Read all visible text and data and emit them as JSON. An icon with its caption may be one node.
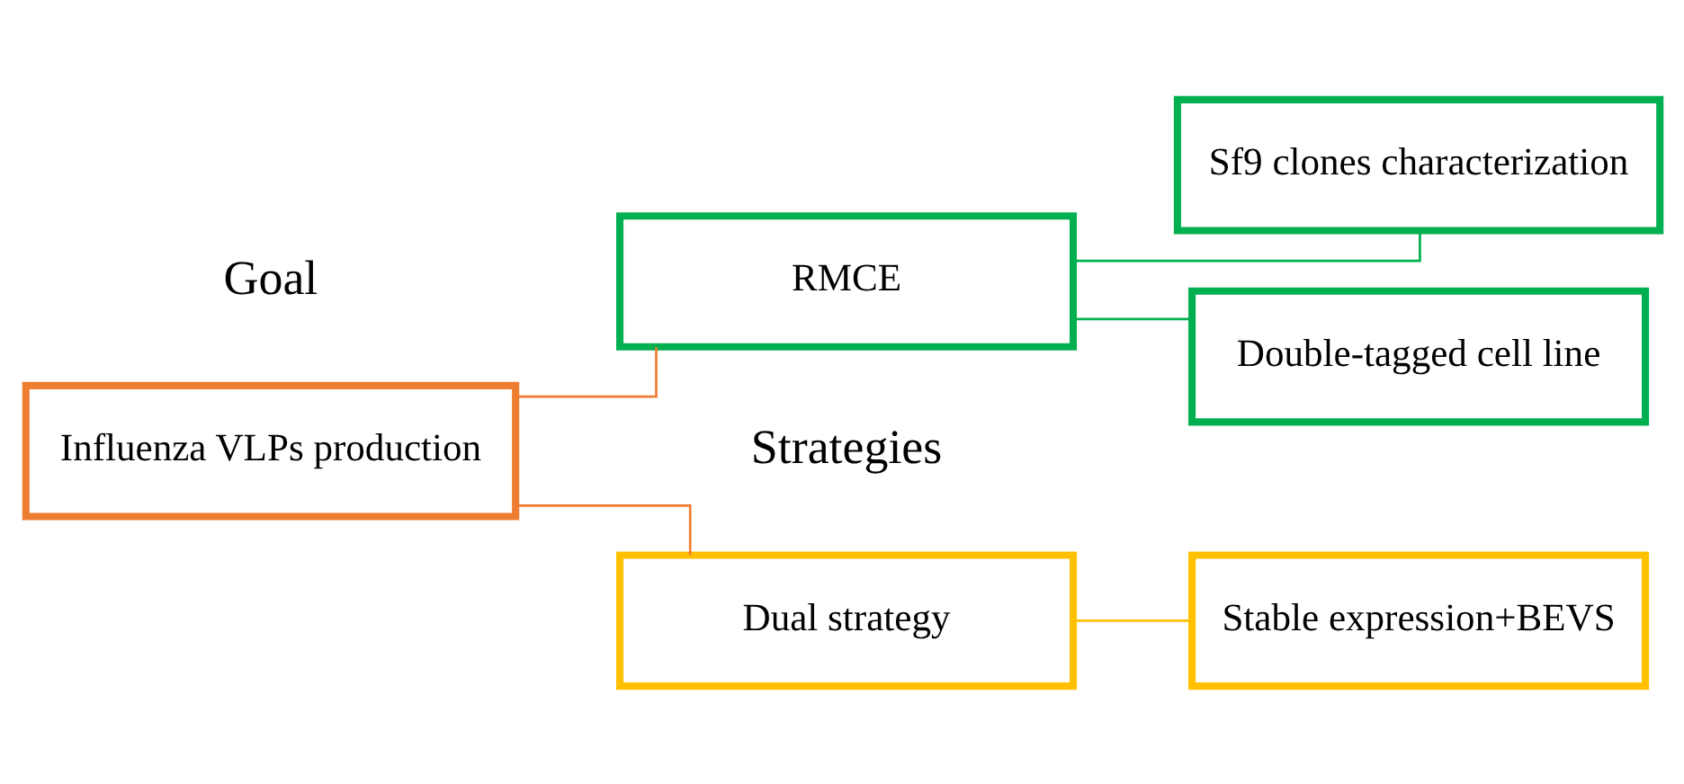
{
  "diagram": {
    "nodes": [
      {
        "text": [
          "Influenza VLPs production"
        ]
      },
      {
        "text": [
          "Dual strategy"
        ]
      },
      {
        "text": [
          "RMCE"
        ]
      },
      {
        "text": [
          "Stable expression+BEVS"
        ]
      },
      {
        "text": [
          "Double-tagged cell line"
        ]
      },
      {
        "text": [
          "Sf9 clones characterization"
        ]
      }
    ],
    "edges": [
      {
        "from": 0,
        "to": 1,
        "arrow": "none",
        "color": "#ed7d31"
      },
      {
        "from": 0,
        "to": 2,
        "arrow": "none",
        "color": "#ed7d31"
      },
      {
        "from": 1,
        "to": 3,
        "arrow": "none",
        "color": "#ffc000"
      },
      {
        "from": 2,
        "to": 4,
        "arrow": "none",
        "color": "#00b050"
      },
      {
        "from": 2,
        "to": 5,
        "arrow": "none",
        "color": "#00b050"
      }
    ],
    "labels": [
      "Goal",
      "Strategies"
    ]
  }
}
